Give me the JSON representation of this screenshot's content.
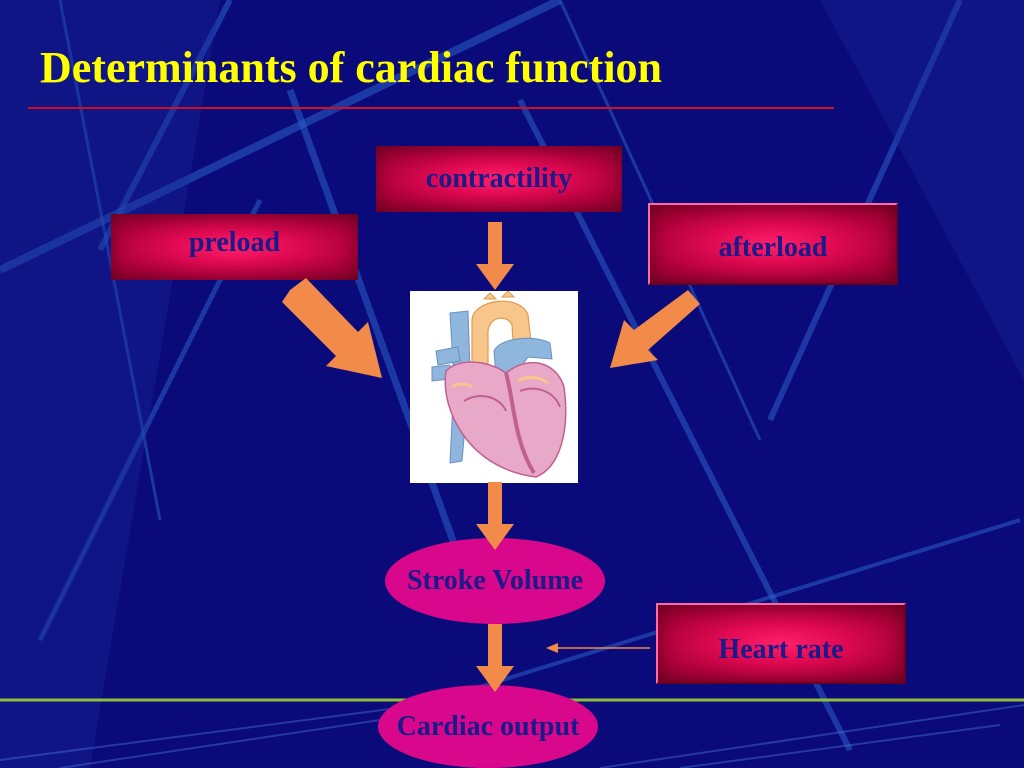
{
  "slide": {
    "title": "Determinants of cardiac function"
  },
  "nodes": {
    "contractility": "contractility",
    "preload": "preload",
    "afterload": "afterload",
    "stroke_volume": "Stroke Volume",
    "heart_rate": "Heart rate",
    "cardiac_output": "Cardiac output"
  },
  "colors": {
    "background": "#0a0a7a",
    "title": "#ffff00",
    "title_rule": "#d01020",
    "box": "#e00a52",
    "ellipse": "#d8078c",
    "box_text": "#1a1a8a",
    "arrow": "#f28a4a"
  },
  "icons": {
    "heart": "heart-anatomy-icon"
  }
}
